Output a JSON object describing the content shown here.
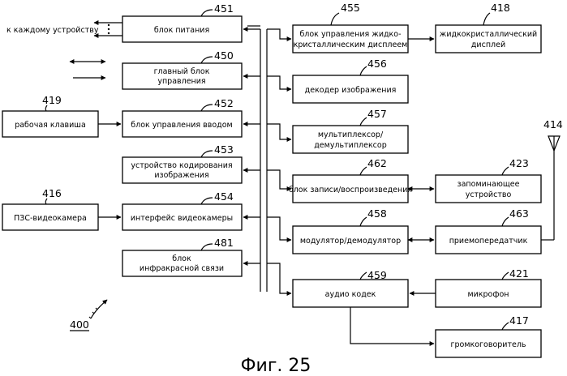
{
  "blocks": {
    "b451": {
      "ref": "451",
      "lines": [
        "блок питания"
      ]
    },
    "b450": {
      "ref": "450",
      "lines": [
        "главный блок",
        "управления"
      ]
    },
    "b452": {
      "ref": "452",
      "lines": [
        "блок управления вводом"
      ]
    },
    "b453": {
      "ref": "453",
      "lines": [
        "устройство кодирования",
        "изображения"
      ]
    },
    "b454": {
      "ref": "454",
      "lines": [
        "интерфейс видеокамеры"
      ]
    },
    "b481": {
      "ref": "481",
      "lines": [
        "блок",
        "инфракрасной связи"
      ]
    },
    "b419": {
      "ref": "419",
      "lines": [
        "рабочая клавиша"
      ]
    },
    "b416": {
      "ref": "416",
      "lines": [
        "ПЗС-видеокамера"
      ]
    },
    "b455": {
      "ref": "455",
      "lines": [
        "блок управления жидко-",
        "кристаллическим дисплеем"
      ]
    },
    "b418": {
      "ref": "418",
      "lines": [
        "жидкокристаллический",
        "дисплей"
      ]
    },
    "b456": {
      "ref": "456",
      "lines": [
        "декодер изображения"
      ]
    },
    "b457": {
      "ref": "457",
      "lines": [
        "мультиплексор/",
        "демультиплексор"
      ]
    },
    "b462": {
      "ref": "462",
      "lines": [
        "блок записи/воспроизведения"
      ]
    },
    "b423": {
      "ref": "423",
      "lines": [
        "запоминающее",
        "устройство"
      ]
    },
    "b458": {
      "ref": "458",
      "lines": [
        "модулятор/демодулятор"
      ]
    },
    "b463": {
      "ref": "463",
      "lines": [
        "приемопередатчик"
      ]
    },
    "b459": {
      "ref": "459",
      "lines": [
        "аудио кодек"
      ]
    },
    "b421": {
      "ref": "421",
      "lines": [
        "микрофон"
      ]
    },
    "b417": {
      "ref": "417",
      "lines": [
        "громкоговоритель"
      ]
    }
  },
  "power_output_label": "к каждому устройству",
  "antenna_ref": "414",
  "system_ref": "400",
  "figure_caption": "Фиг. 25"
}
